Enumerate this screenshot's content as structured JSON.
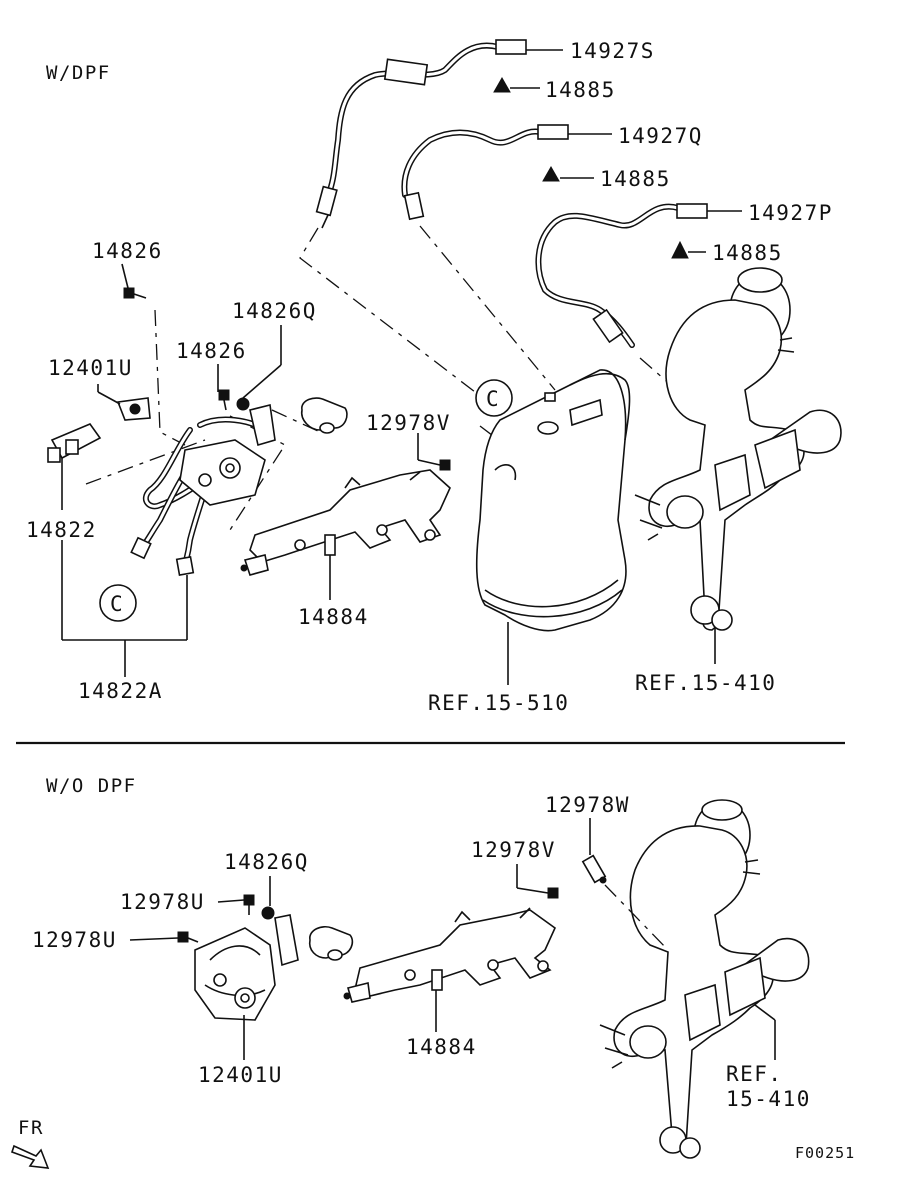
{
  "sections": {
    "dpf": "W/DPF",
    "no_dpf": "W/O DPF"
  },
  "callout": "C",
  "labels": {
    "s14927S": "14927S",
    "s14885a": "14885",
    "s14927Q": "14927Q",
    "s14885b": "14885",
    "s14927P": "14927P",
    "s14885c": "14885",
    "s14826a": "14826",
    "s14826Q_top": "14826Q",
    "s14826b": "14826",
    "s12401U_top": "12401U",
    "s12978V_top": "12978V",
    "s14822": "14822",
    "s14884_top": "14884",
    "s14822A": "14822A",
    "ref_15_510": "REF.15-510",
    "ref_15_410_top": "REF.15-410",
    "s12978W": "12978W",
    "s12978V_bot": "12978V",
    "s14826Q_bot": "14826Q",
    "s12978U_a": "12978U",
    "s12978U_b": "12978U",
    "s14884_bot": "14884",
    "s12401U_bot": "12401U",
    "ref_15_410_bot_line1": "REF.",
    "ref_15_410_bot_line2": "15-410"
  },
  "front_marker": "FR",
  "figure_code": "F00251"
}
